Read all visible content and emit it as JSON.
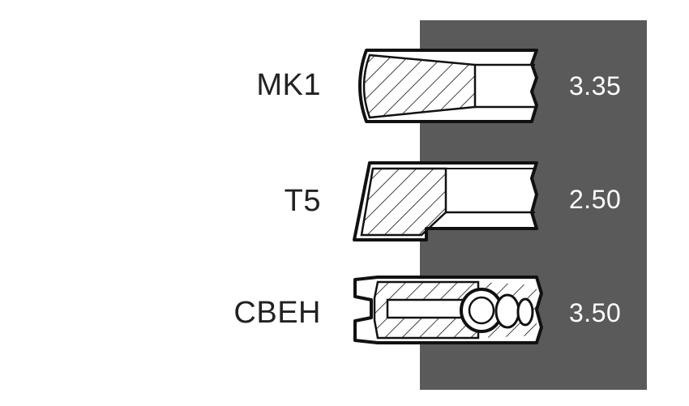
{
  "colors": {
    "background": "#ffffff",
    "panel": "#5a5a5a",
    "outline": "#111111",
    "label_text": "#222222",
    "value_text": "#ffffff"
  },
  "rings": [
    {
      "label": "MK1",
      "value": "3.35",
      "profile": "barrel-face-compression-ring-icon"
    },
    {
      "label": "T5",
      "value": "2.50",
      "profile": "taper-face-compression-ring-icon"
    },
    {
      "label": "CBEH",
      "value": "3.50",
      "profile": "coil-spring-oil-control-ring-icon"
    }
  ]
}
